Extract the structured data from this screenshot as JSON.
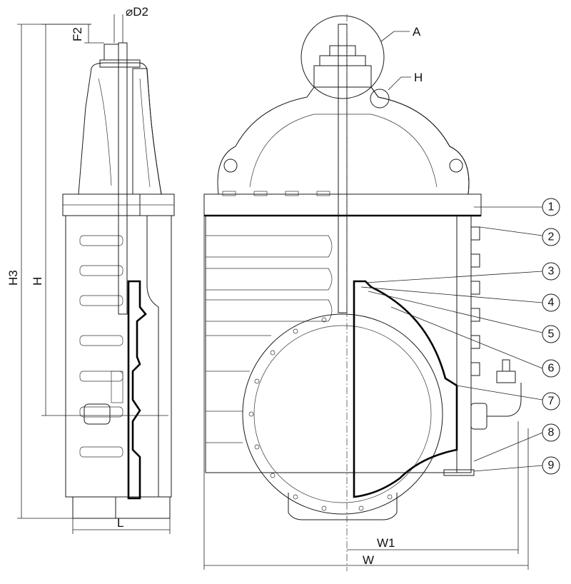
{
  "dimensions": {
    "d2": "⌀D2",
    "f2": "F2",
    "h3": "H3",
    "h": "H",
    "l": "L",
    "w1": "W1",
    "w": "W"
  },
  "details": {
    "a": "A",
    "h": "H"
  },
  "parts": [
    "1",
    "2",
    "3",
    "4",
    "5",
    "6",
    "7",
    "8",
    "9"
  ],
  "colors": {
    "line": "#1a1a1a",
    "hatch": "#444444",
    "background": "#ffffff"
  }
}
